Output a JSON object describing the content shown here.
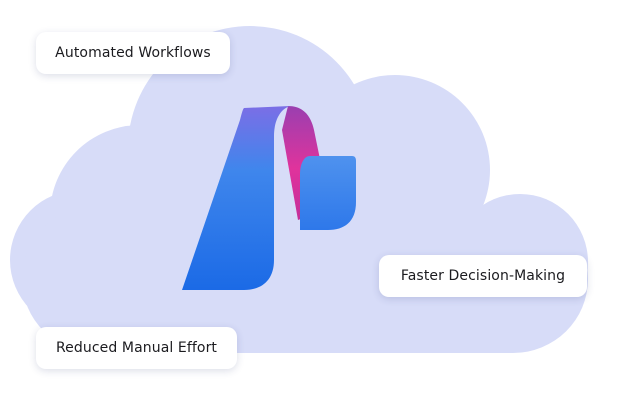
{
  "labels": {
    "automated_workflows": "Automated Workflows",
    "faster_decision_making": "Faster Decision-Making",
    "reduced_manual_effort": "Reduced Manual Effort"
  },
  "colors": {
    "cloud": "#d7dcf8",
    "pill_background": "#ffffff",
    "text": "#1b1b1f",
    "logo_blue": "#1f6ee8",
    "logo_magenta": "#e0319a",
    "logo_purple": "#8a5fe0"
  },
  "icons": {
    "logo": "power-automate-logo",
    "background": "cloud"
  }
}
